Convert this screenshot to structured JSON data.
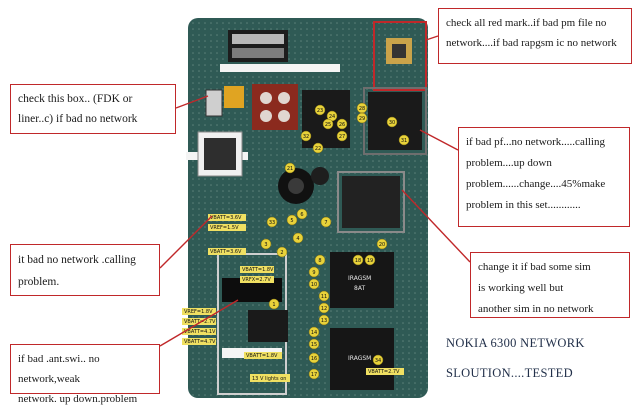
{
  "notes": {
    "top": [
      "check all red mark..if bad pm file no",
      "network....if bad rapgsm ic no network"
    ],
    "fdk": [
      "check this box.. (FDK or",
      "liner..c) if bad no network"
    ],
    "pf": [
      "if bad pf...no network.....calling",
      "problem....up down",
      "problem......change....45%make",
      "problem in this set............"
    ],
    "bad": [
      "it bad no network .calling",
      "problem."
    ],
    "sim": [
      "change it if bad some sim",
      "is working well but",
      "another sim in no network"
    ],
    "ant": [
      "if bad .ant.swi.. no network,weak",
      "network. up down.problem"
    ]
  },
  "caption": {
    "line1": "NOKIA 6300 NETWORK",
    "line2": "SLOUTION....TESTED"
  },
  "board_labels": {
    "v1": "VBATT=3.6V",
    "v2": "VREF=1.5V",
    "v3": "VBATT=3.6V",
    "v4": "VRFX=2.7V",
    "v5": "VBATT=1.8V",
    "v6": "VREF=1.8V",
    "v7": "VBATT=2.7V",
    "v8": "VBATT=4.1V",
    "v9": "VBATT=4.7V",
    "v10": "VBATT=1.8V",
    "v11": "VBATT=2.7V",
    "lights": "13 V lights on",
    "chip1": "IRAGSM",
    "chip2": "8AT",
    "chip3": "IRAGSM"
  },
  "point_numbers": [
    "1",
    "2",
    "3",
    "4",
    "5",
    "6",
    "7",
    "8",
    "9",
    "10",
    "11",
    "12",
    "13",
    "14",
    "15",
    "16",
    "17",
    "18",
    "19",
    "20",
    "21",
    "22",
    "23",
    "24",
    "25",
    "26",
    "27",
    "28",
    "29",
    "30",
    "31",
    "32",
    "33",
    "34"
  ],
  "colors": {
    "board": "#2f5a55",
    "board_dark": "#1d3a38",
    "mark": "#c0282a",
    "chip": "#1a1a1a",
    "point": "#e8d23a"
  }
}
